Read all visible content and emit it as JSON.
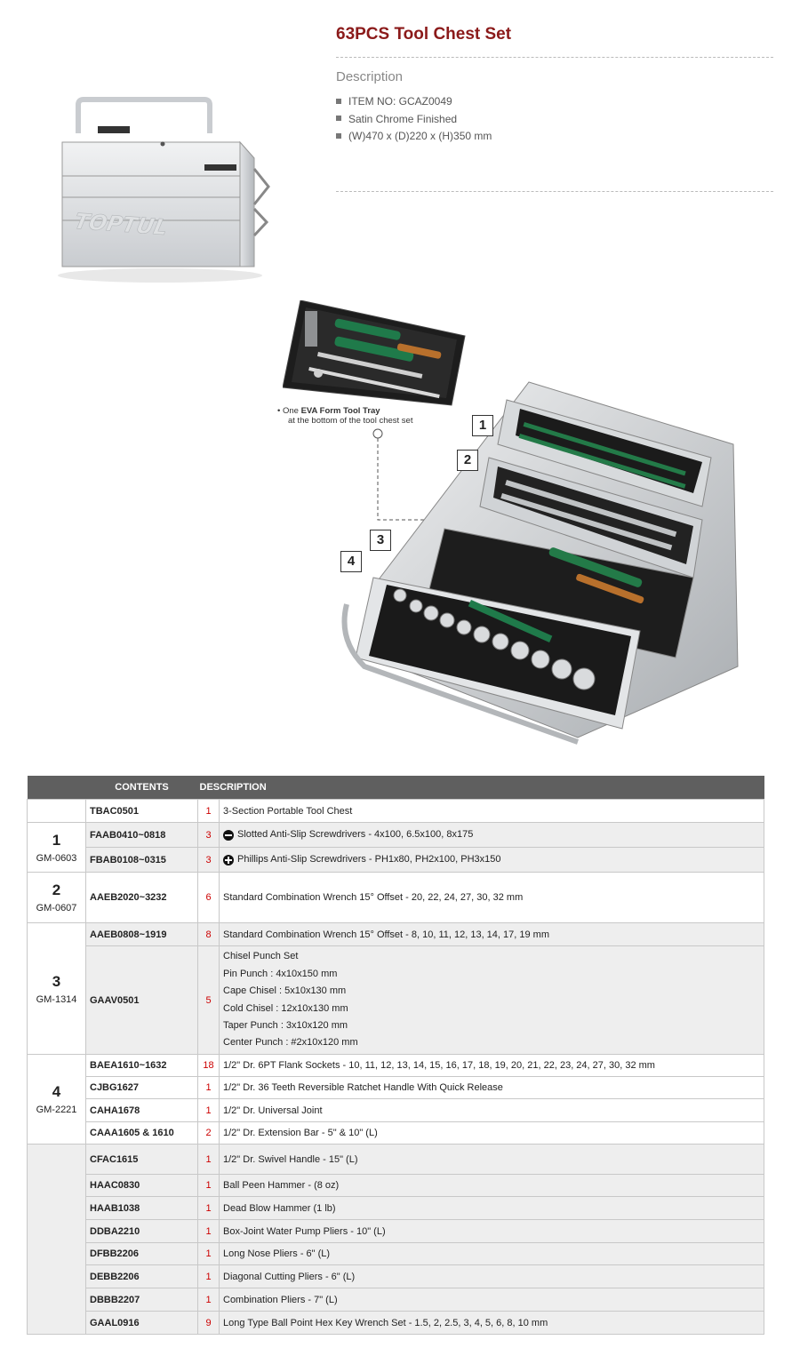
{
  "product": {
    "title": "63PCS Tool Chest Set",
    "description_heading": "Description",
    "specs": [
      "ITEM NO: GCAZ0049",
      "Satin Chrome Finished",
      "(W)470 x (D)220 x (H)350 mm"
    ],
    "brand_logo_text": "TOPTUL"
  },
  "diagram": {
    "callouts": [
      "1",
      "2",
      "3",
      "4"
    ],
    "eva_note_prefix": "• One ",
    "eva_note_bold": "EVA Form Tool Tray",
    "eva_note_line2": "at the bottom of the tool chest set"
  },
  "table": {
    "headers": [
      "",
      "CONTENTS",
      "DESCRIPTION"
    ],
    "groups": [
      {
        "num": "",
        "gm": ""
      },
      {
        "num": "1",
        "gm": "GM-0603"
      },
      {
        "num": "2",
        "gm": "GM-0607"
      },
      {
        "num": "3",
        "gm": "GM-1314"
      },
      {
        "num": "4",
        "gm": "GM-2221"
      },
      {
        "num": "",
        "gm": ""
      }
    ],
    "rows": [
      {
        "code": "TBAC0501",
        "qty": "1",
        "desc": "3-Section Portable Tool Chest"
      },
      {
        "code": "FAAB0410~0818",
        "qty": "3",
        "desc": "Slotted Anti-Slip Screwdrivers - 4x100, 6.5x100, 8x175"
      },
      {
        "code": "FBAB0108~0315",
        "qty": "3",
        "desc": "Phillips Anti-Slip Screwdrivers - PH1x80, PH2x100, PH3x150"
      },
      {
        "code": "AAEB2020~3232",
        "qty": "6",
        "desc": "Standard Combination Wrench 15° Offset - 20, 22, 24, 27, 30, 32 mm"
      },
      {
        "code": "AAEB0808~1919",
        "qty": "8",
        "desc": "Standard Combination Wrench 15° Offset - 8, 10, 11, 12, 13, 14, 17, 19 mm"
      },
      {
        "code": "GAAV0501",
        "qty": "5",
        "desc_lines": [
          "Chisel Punch Set",
          "Pin Punch : 4x10x150 mm",
          "Cape Chisel : 5x10x130 mm",
          "Cold Chisel : 12x10x130 mm",
          "Taper Punch : 3x10x120 mm",
          "Center Punch : #2x10x120 mm"
        ]
      },
      {
        "code": "BAEA1610~1632",
        "qty": "18",
        "desc": "1/2\" Dr. 6PT Flank Sockets - 10, 11, 12, 13, 14, 15, 16, 17, 18, 19, 20, 21, 22, 23, 24, 27, 30, 32 mm"
      },
      {
        "code": "CJBG1627",
        "qty": "1",
        "desc": "1/2\" Dr. 36 Teeth Reversible Ratchet Handle With Quick Release"
      },
      {
        "code": "CAHA1678",
        "qty": "1",
        "desc": "1/2\" Dr. Universal Joint"
      },
      {
        "code": "CAAA1605 & 1610",
        "qty": "2",
        "desc": "1/2\" Dr. Extension Bar - 5\" & 10\" (L)"
      },
      {
        "code": "CFAC1615",
        "qty": "1",
        "desc": "1/2\" Dr. Swivel Handle - 15\" (L)"
      },
      {
        "code": "HAAC0830",
        "qty": "1",
        "desc": "Ball Peen Hammer - (8 oz)"
      },
      {
        "code": "HAAB1038",
        "qty": "1",
        "desc": "Dead Blow Hammer (1 lb)"
      },
      {
        "code": "DDBA2210",
        "qty": "1",
        "desc": "Box-Joint Water Pump Pliers - 10\" (L)"
      },
      {
        "code": "DFBB2206",
        "qty": "1",
        "desc": "Long Nose Pliers - 6\" (L)"
      },
      {
        "code": "DEBB2206",
        "qty": "1",
        "desc": "Diagonal Cutting Pliers - 6\" (L)"
      },
      {
        "code": "DBBB2207",
        "qty": "1",
        "desc": "Combination Pliers - 7\" (L)"
      },
      {
        "code": "GAAL0916",
        "qty": "9",
        "desc": "Long Type Ball Point Hex Key Wrench Set - 1.5, 2, 2.5, 3, 4, 5, 6, 8, 10 mm"
      }
    ]
  }
}
